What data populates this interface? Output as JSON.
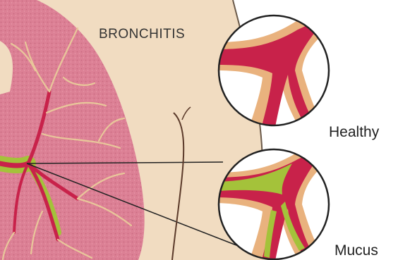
{
  "title": "BRONCHITIS",
  "labels": {
    "healthy": "Healthy",
    "mucus": "Mucus"
  },
  "colors": {
    "background": "#ffffff",
    "skin": "#f1dcc1",
    "lung": "#dc8095",
    "airway_wall": "#e9b27e",
    "airway_lumen": "#c8224a",
    "mucus": "#a4c23a",
    "outline": "#222222"
  }
}
